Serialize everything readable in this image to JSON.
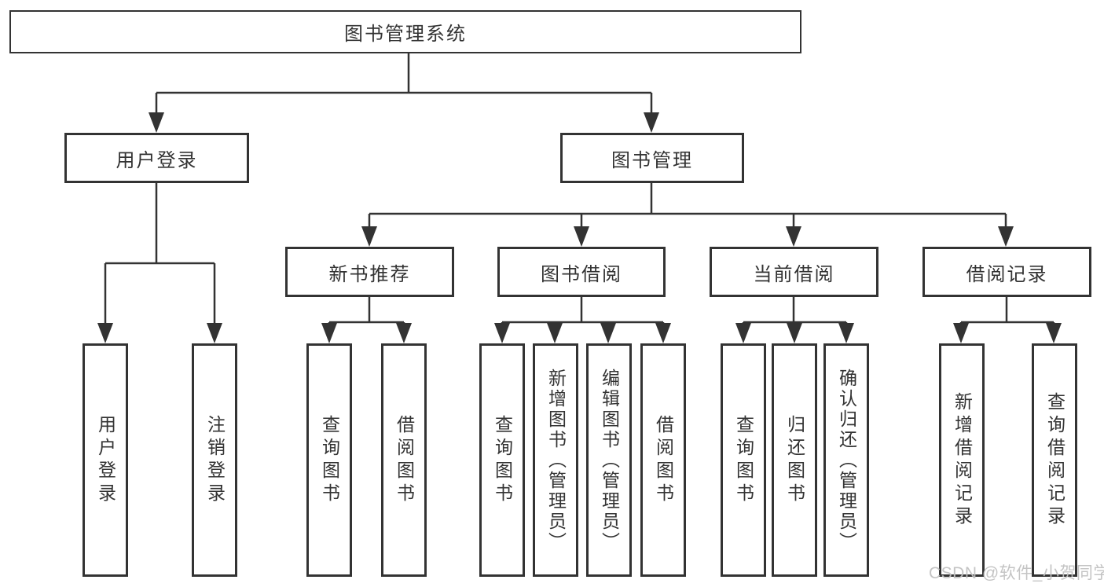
{
  "tree": {
    "label": "图书管理系统",
    "children": [
      {
        "label": "用户登录",
        "children": [
          {
            "label": "用户登录"
          },
          {
            "label": "注销登录"
          }
        ]
      },
      {
        "label": "图书管理",
        "children": [
          {
            "label": "新书推荐",
            "children": [
              {
                "label": "查询图书"
              },
              {
                "label": "借阅图书"
              }
            ]
          },
          {
            "label": "图书借阅",
            "children": [
              {
                "label": "查询图书"
              },
              {
                "label": "新增图书（管理员）"
              },
              {
                "label": "编辑图书（管理员）"
              },
              {
                "label": "借阅图书"
              }
            ]
          },
          {
            "label": "当前借阅",
            "children": [
              {
                "label": "查询图书"
              },
              {
                "label": "归还图书"
              },
              {
                "label": "确认归还（管理员）"
              }
            ]
          },
          {
            "label": "借阅记录",
            "children": [
              {
                "label": "新增借阅记录"
              },
              {
                "label": "查询借阅记录"
              }
            ]
          }
        ]
      }
    ]
  },
  "edges": [
    [
      "图书管理系统",
      "用户登录"
    ],
    [
      "图书管理系统",
      "图书管理"
    ],
    [
      "用户登录",
      "用户登录"
    ],
    [
      "用户登录",
      "注销登录"
    ],
    [
      "图书管理",
      "新书推荐"
    ],
    [
      "图书管理",
      "图书借阅"
    ],
    [
      "图书管理",
      "当前借阅"
    ],
    [
      "图书管理",
      "借阅记录"
    ],
    [
      "新书推荐",
      "查询图书"
    ],
    [
      "新书推荐",
      "借阅图书"
    ],
    [
      "图书借阅",
      "查询图书"
    ],
    [
      "图书借阅",
      "新增图书（管理员）"
    ],
    [
      "图书借阅",
      "编辑图书（管理员）"
    ],
    [
      "图书借阅",
      "借阅图书"
    ],
    [
      "当前借阅",
      "查询图书"
    ],
    [
      "当前借阅",
      "归还图书"
    ],
    [
      "当前借阅",
      "确认归还（管理员）"
    ],
    [
      "借阅记录",
      "新增借阅记录"
    ],
    [
      "借阅记录",
      "查询借阅记录"
    ]
  ],
  "watermark": "CSDN @软件_小贺同学",
  "colors": {
    "line": "#333333",
    "text": "#333333",
    "box_background": "#ffffff",
    "watermark": "#c1c1c1",
    "background": "#ffffff"
  }
}
